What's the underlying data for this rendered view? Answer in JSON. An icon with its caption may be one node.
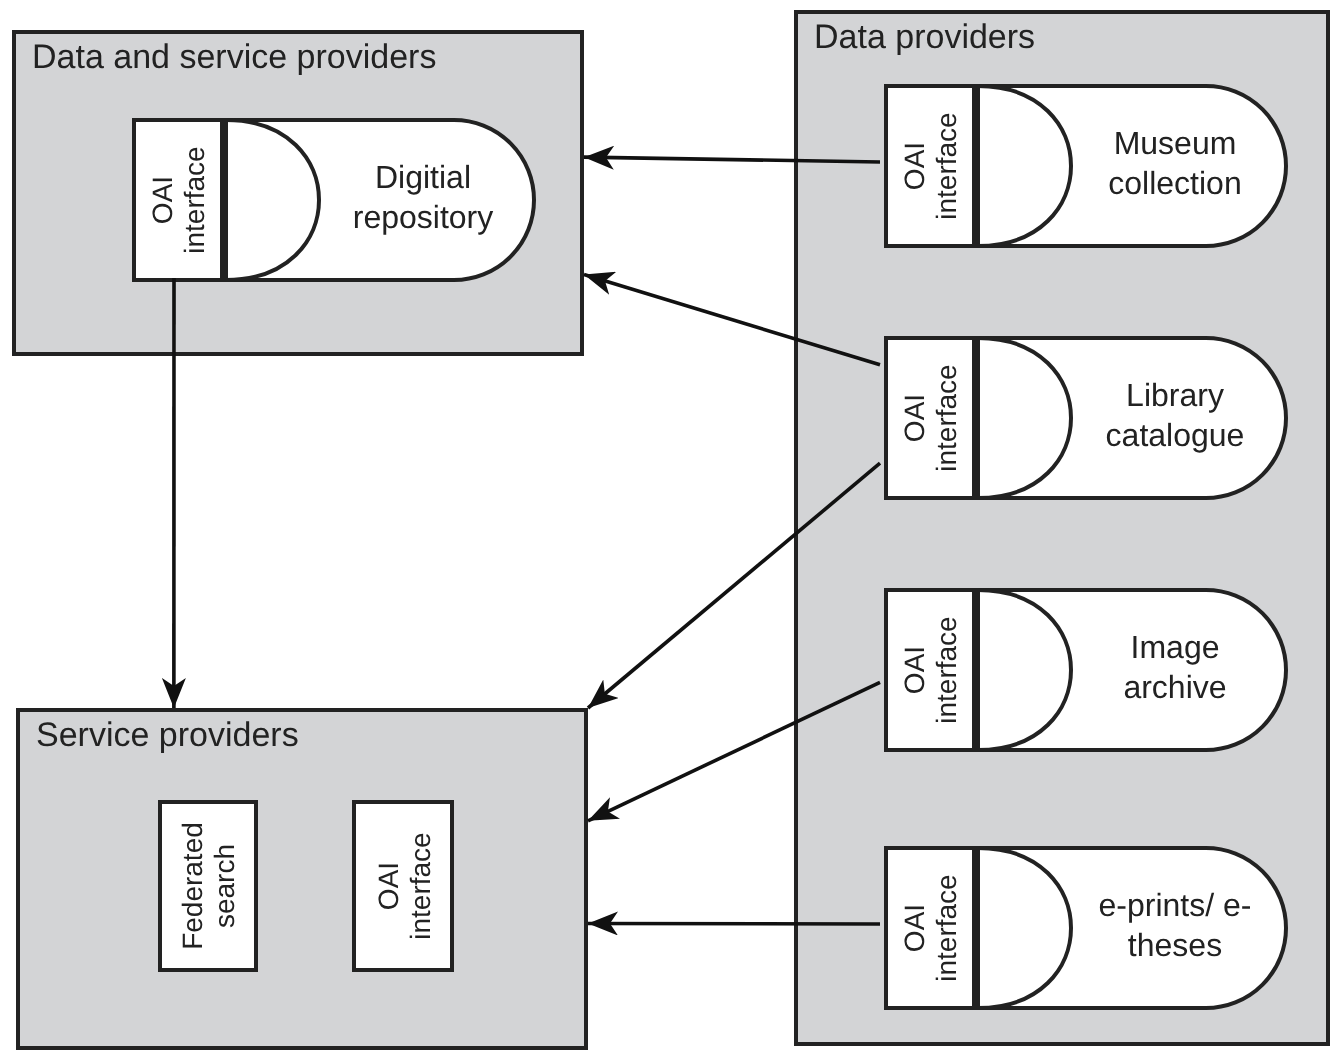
{
  "diagram": {
    "nodes": [
      {
        "text": [
          "Data and service providers"
        ]
      },
      {
        "text": [
          "OAI interface"
        ],
        "in": 0
      },
      {
        "text": [
          "Digitial repository"
        ],
        "in": 0
      },
      {
        "text": [
          "Service providers"
        ]
      },
      {
        "text": [
          "Federated search"
        ],
        "in": 3
      },
      {
        "text": [
          "OAI interface"
        ],
        "in": 3
      },
      {
        "text": [
          "Data providers"
        ]
      },
      {
        "text": [
          "OAI interface"
        ],
        "in": 6
      },
      {
        "text": [
          "Museum collection"
        ],
        "in": 6
      },
      {
        "text": [
          "OAI interface"
        ],
        "in": 6
      },
      {
        "text": [
          "Library catalogue"
        ],
        "in": 6
      },
      {
        "text": [
          "OAI interface"
        ],
        "in": 6
      },
      {
        "text": [
          "Image archive"
        ],
        "in": 6
      },
      {
        "text": [
          "OAI interface"
        ],
        "in": 6
      },
      {
        "text": [
          "e-prints/ e-theses"
        ],
        "in": 6
      }
    ],
    "edges": [
      {
        "from": 7,
        "to": 0,
        "arrow": "to"
      },
      {
        "from": 9,
        "to": 0,
        "arrow": "to"
      },
      {
        "from": 9,
        "to": 3,
        "arrow": "to"
      },
      {
        "from": 11,
        "to": 3,
        "arrow": "to"
      },
      {
        "from": 13,
        "to": 3,
        "arrow": "to"
      },
      {
        "from": 1,
        "to": 3,
        "arrow": "to"
      }
    ]
  }
}
